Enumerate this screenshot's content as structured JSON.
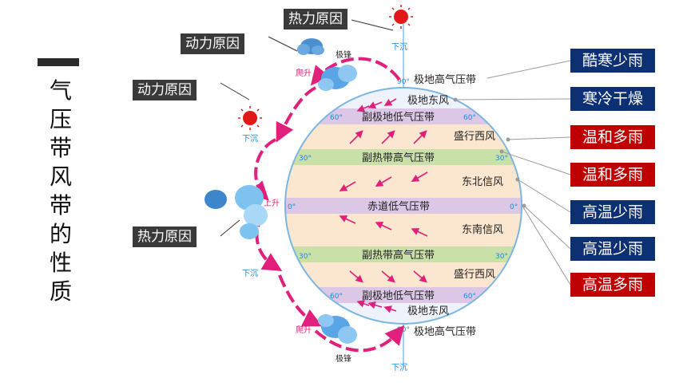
{
  "title_chars": [
    "气",
    "压",
    "带",
    "风",
    "带",
    "的",
    "性",
    "质"
  ],
  "causes": {
    "thermal_top": "热力原因",
    "dynamic_1": "动力原因",
    "dynamic_2": "动力原因",
    "thermal_bottom": "热力原因"
  },
  "belts": {
    "polar_high_top": "极地高气压带",
    "polar_east_top": "极地东风",
    "subpolar_low_top": "副极地低气压带",
    "westerlies_top": "盛行西风",
    "subtropical_high_top": "副热带高气压带",
    "ne_trade": "东北信风",
    "equatorial_low": "赤道低气压带",
    "se_trade": "东南信风",
    "subtropical_high_bottom": "副热带高气压带",
    "westerlies_bottom": "盛行西风",
    "subpolar_low_bottom": "副极地低气压带",
    "polar_east_bottom": "极地东风",
    "polar_high_bottom": "极地高气压带"
  },
  "small_labels": {
    "xiachen": "下沉",
    "xiachen2": "下沉",
    "pasheng": "爬升",
    "pasheng2": "爬升",
    "jifeng": "极锋",
    "jifeng2": "极锋",
    "shangsheng": "上升",
    "deg90": "90°",
    "deg60": "60°",
    "deg30": "30°",
    "deg0": "0°"
  },
  "properties": [
    {
      "label": "酷寒少雨",
      "color": "blue"
    },
    {
      "label": "寒冷干燥",
      "color": "blue"
    },
    {
      "label": "温和多雨",
      "color": "red"
    },
    {
      "label": "温和多雨",
      "color": "red"
    },
    {
      "label": "高温少雨",
      "color": "blue"
    },
    {
      "label": "高温少雨",
      "color": "blue"
    },
    {
      "label": "高温多雨",
      "color": "red"
    }
  ],
  "colors": {
    "arrow": "#e0207a",
    "low_belt": "#dcc8e6",
    "high_belt": "#c9e0a8",
    "wind_zone": "#fbe6cf",
    "prop_blue": "#0d2f73",
    "prop_red": "#c00000",
    "sun": "#e01818"
  }
}
